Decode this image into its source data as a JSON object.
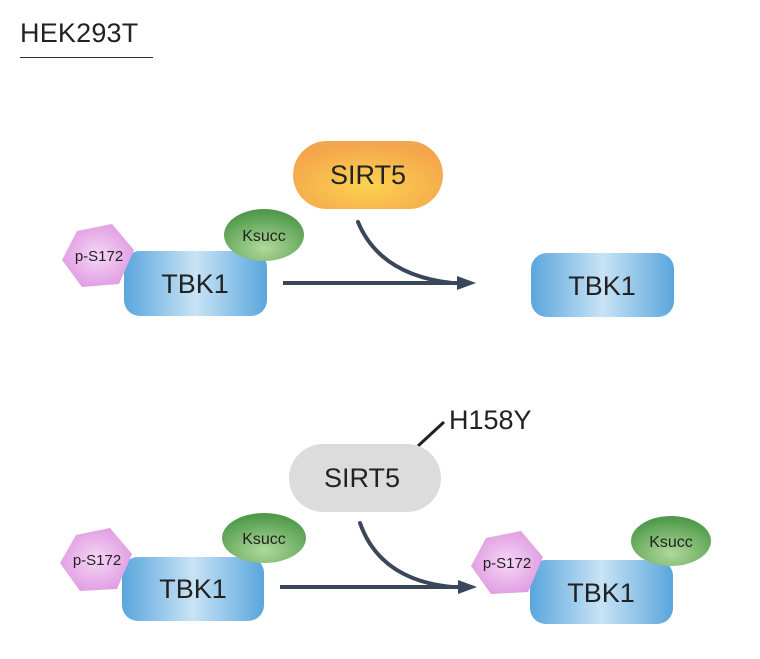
{
  "header": {
    "cell_line": "HEK293T"
  },
  "labels": {
    "sirt5": "SIRT5",
    "tbk1": "TBK1",
    "ksucc": "Ksucc",
    "ps172": "p-S172",
    "mutation": "H158Y"
  },
  "colors": {
    "sirt5_active": "#f5a94b",
    "sirt5_active_light": "#fcd04f",
    "sirt5_mutant": "#dddddd",
    "tbk1": "#5aa6dd",
    "tbk1_light": "#c9e4f6",
    "ksucc": "#4f9a4a",
    "ksucc_light": "#a4d48e",
    "ps172": "#e3a0e4",
    "ps172_light": "#f3d0f3",
    "arrow": "#3a475a"
  }
}
